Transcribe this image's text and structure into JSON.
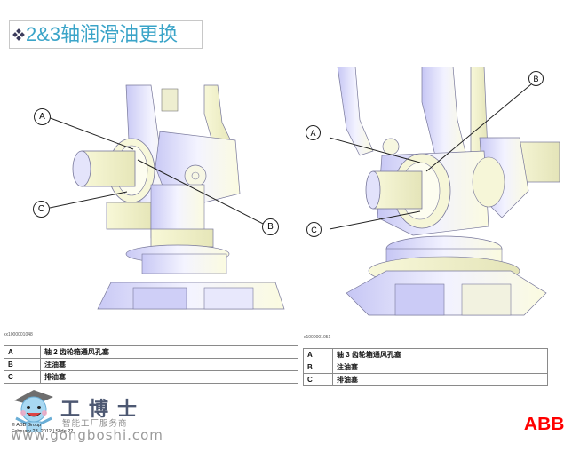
{
  "slide": {
    "title": {
      "bullet_icon": "diamond-bullet-icon",
      "prefix": "2&3",
      "text": "轴润滑油更换",
      "color": "#3aa4c8"
    },
    "figures": [
      {
        "id_label": "xx1000001048",
        "callouts": [
          "A",
          "B",
          "C"
        ],
        "legend": [
          {
            "key": "A",
            "value": "轴 2 齿轮箱通风孔塞"
          },
          {
            "key": "B",
            "value": "注油塞"
          },
          {
            "key": "C",
            "value": "排油塞"
          }
        ]
      },
      {
        "id_label": "x1000001051",
        "callouts": [
          "A",
          "B",
          "C"
        ],
        "legend": [
          {
            "key": "A",
            "value": "轴 3 齿轮箱通风孔塞"
          },
          {
            "key": "B",
            "value": "注油塞"
          },
          {
            "key": "C",
            "value": "排油塞"
          }
        ]
      }
    ],
    "footer": {
      "copyright": "© ABB Group",
      "date_slide": "February 23, 2012 | Slide 22"
    },
    "watermark": {
      "brand": "工博士",
      "subtitle": "智能工厂服务商",
      "url": "www.gongboshi.com"
    },
    "logo": {
      "text": "ABB",
      "color": "#ff0000"
    }
  }
}
